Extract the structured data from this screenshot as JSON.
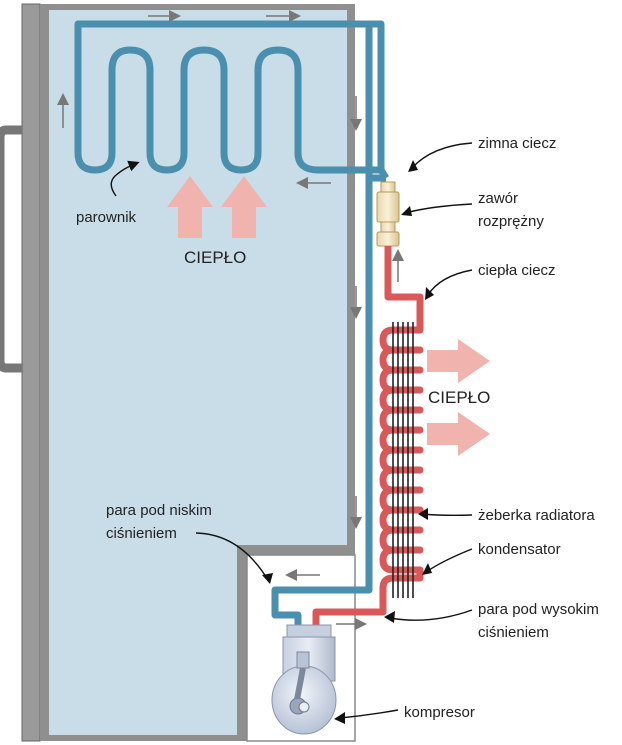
{
  "colors": {
    "cabinet_fill": "#c9dde9",
    "cabinet_border": "#777777",
    "cold_pipe": "#4a8fae",
    "hot_pipe": "#d9585a",
    "heat_arrow": "#f1b3ad",
    "radiator_fins": "#222222"
  },
  "labels": {
    "evaporator": "parownik",
    "heat_in": "CIEPŁO",
    "cold_liquid": "zimna ciecz",
    "expansion_valve_line1": "zawór",
    "expansion_valve_line2": "rozprężny",
    "warm_liquid": "ciepła ciecz",
    "heat_out": "CIEPŁO",
    "low_pressure_vapor_line1": "para pod niskim",
    "low_pressure_vapor_line2": "ciśnieniem",
    "radiator_fins": "żeberka radiatora",
    "condenser": "kondensator",
    "high_pressure_vapor_line1": "para pod wysokim",
    "high_pressure_vapor_line2": "ciśnieniem",
    "compressor": "kompresor"
  }
}
